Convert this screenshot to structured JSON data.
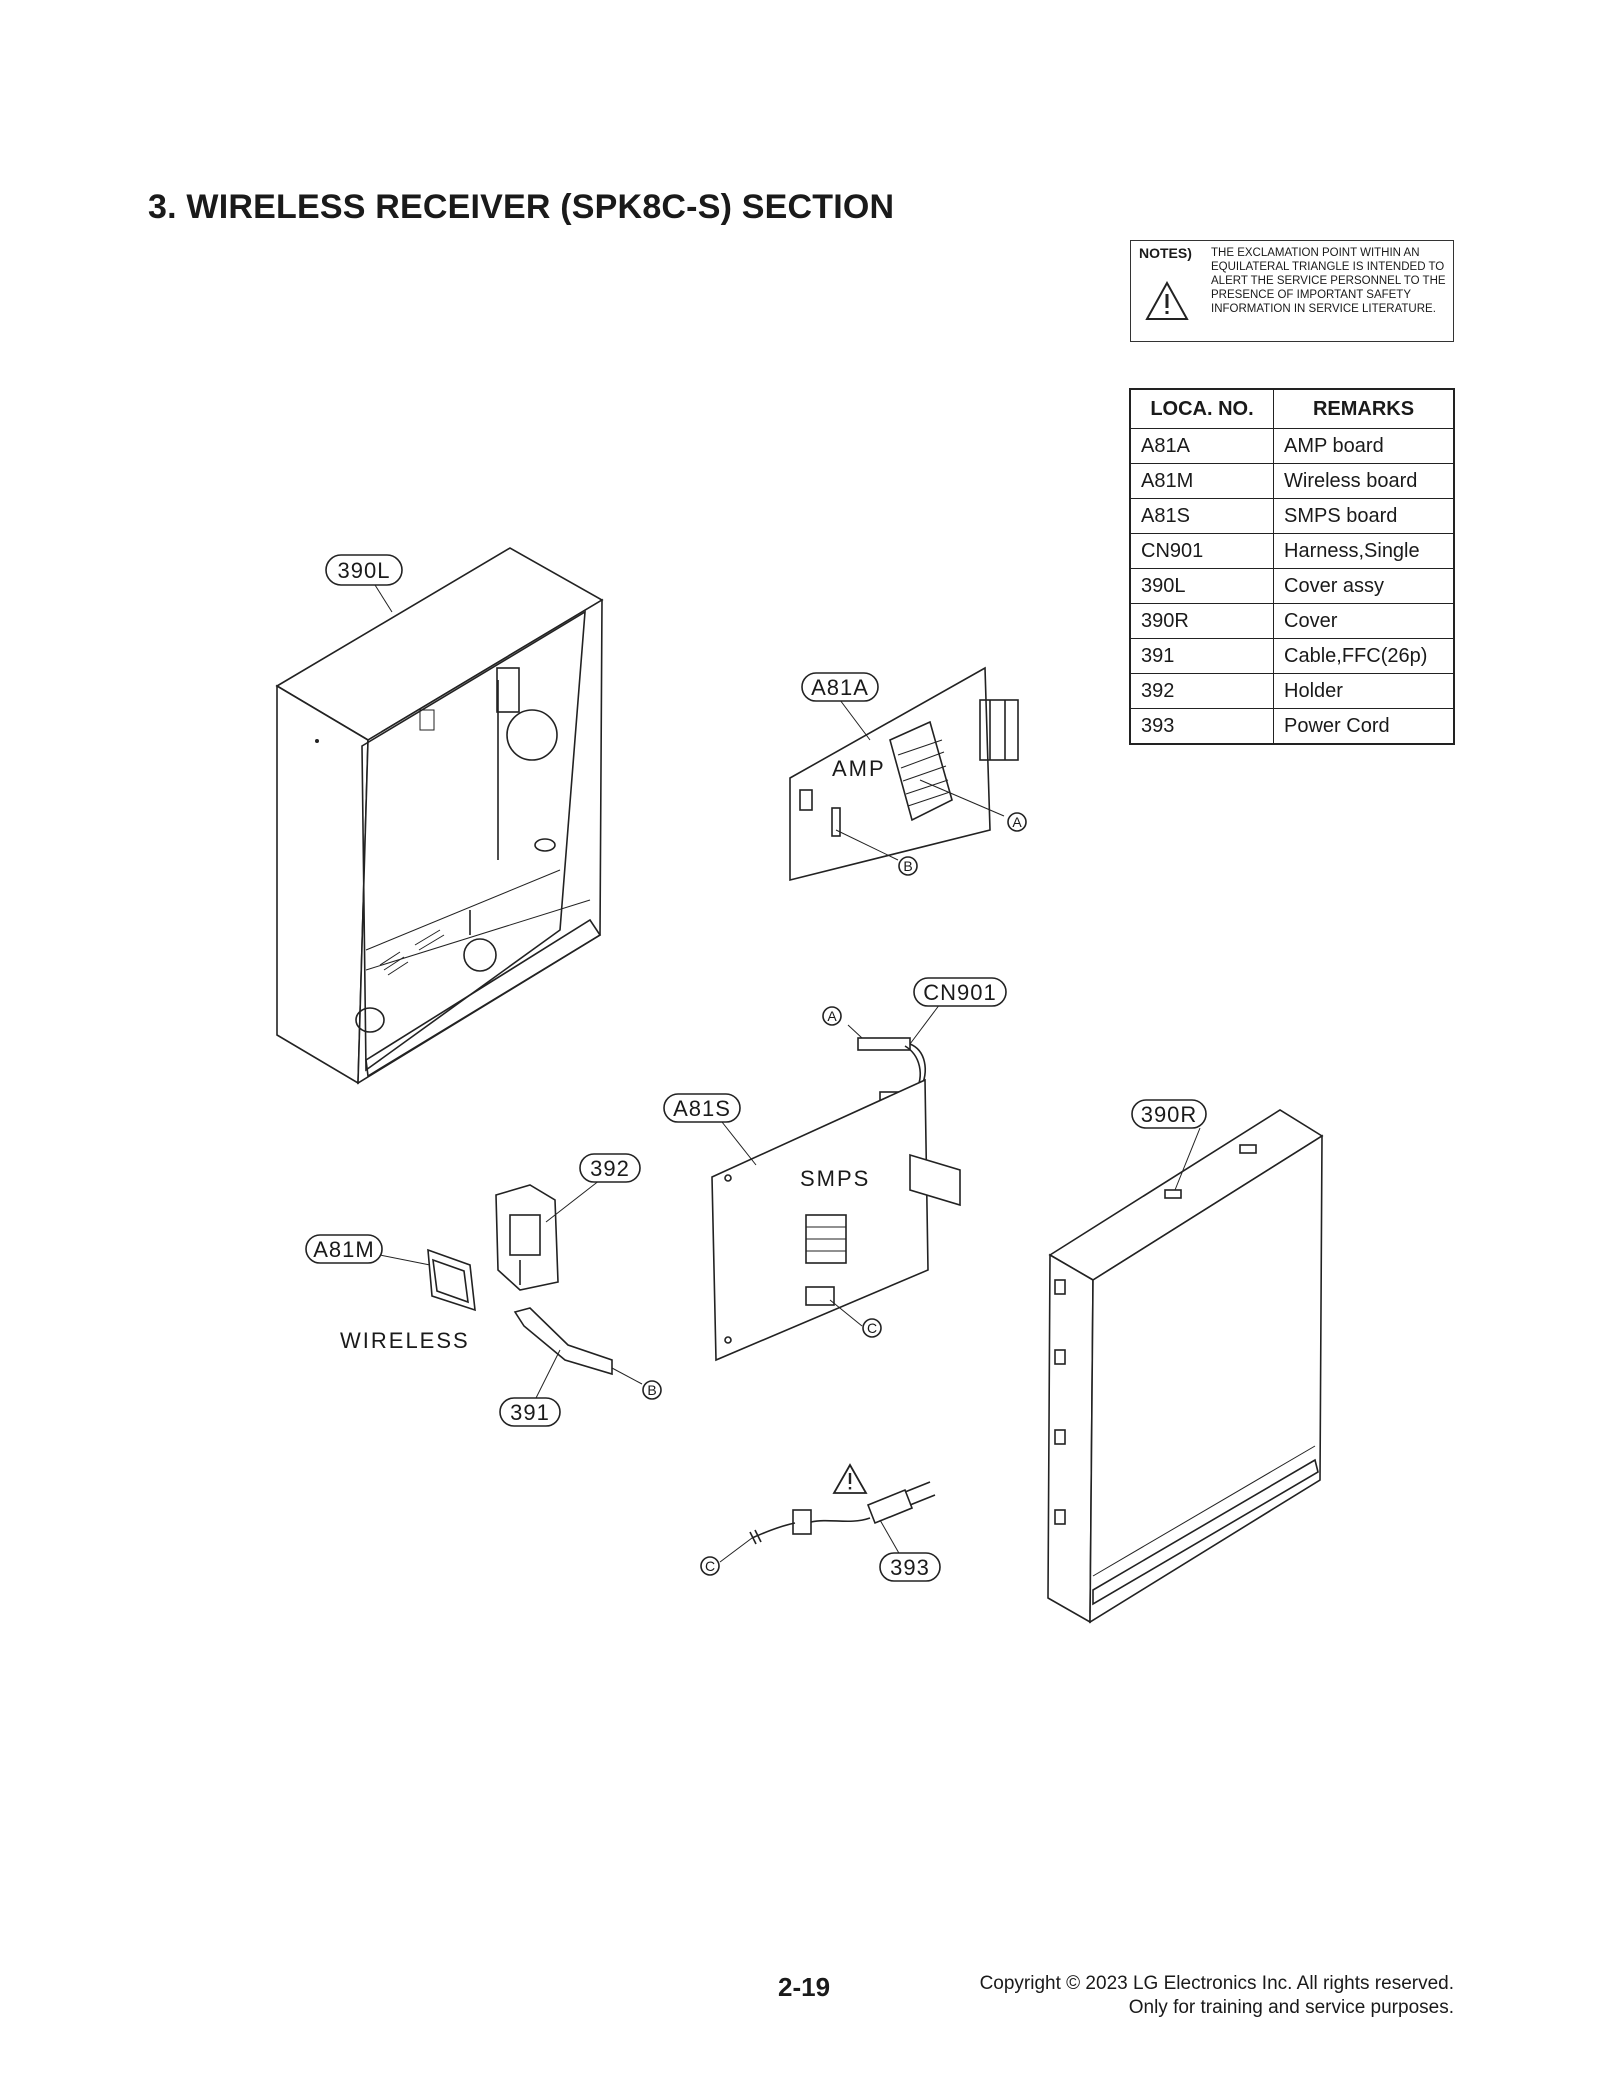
{
  "title": "3. WIRELESS RECEIVER (SPK8C-S) SECTION",
  "notes": {
    "label": "NOTES)",
    "text": "THE EXCLAMATION POINT WITHIN AN EQUILATERAL TRIANGLE IS INTENDED TO ALERT THE SERVICE PERSONNEL TO THE PRESENCE OF IMPORTANT SAFETY INFORMATION IN SERVICE LITERATURE.",
    "icon": "warning-triangle-icon"
  },
  "parts_table": {
    "headers": [
      "LOCA. NO.",
      "REMARKS"
    ],
    "rows": [
      [
        "A81A",
        "AMP board"
      ],
      [
        "A81M",
        "Wireless board"
      ],
      [
        "A81S",
        "SMPS board"
      ],
      [
        "CN901",
        "Harness,Single"
      ],
      [
        "390L",
        "Cover assy"
      ],
      [
        "390R",
        "Cover"
      ],
      [
        "391",
        "Cable,FFC(26p)"
      ],
      [
        "392",
        "Holder"
      ],
      [
        "393",
        "Power Cord"
      ]
    ]
  },
  "diagram": {
    "callouts": {
      "c390L": "390L",
      "cA81A": "A81A",
      "cCN901": "CN901",
      "cA81S": "A81S",
      "c390R": "390R",
      "c392": "392",
      "cA81M": "A81M",
      "c391": "391",
      "c393": "393"
    },
    "labels": {
      "amp": "AMP",
      "smps": "SMPS",
      "wireless": "WIRELESS"
    },
    "refs": {
      "a": "A",
      "b": "B",
      "c": "C"
    }
  },
  "footer": {
    "page_number": "2-19",
    "copyright_line1": "Copyright © 2023 LG Electronics Inc. All rights reserved.",
    "copyright_line2": "Only for training and service purposes."
  }
}
